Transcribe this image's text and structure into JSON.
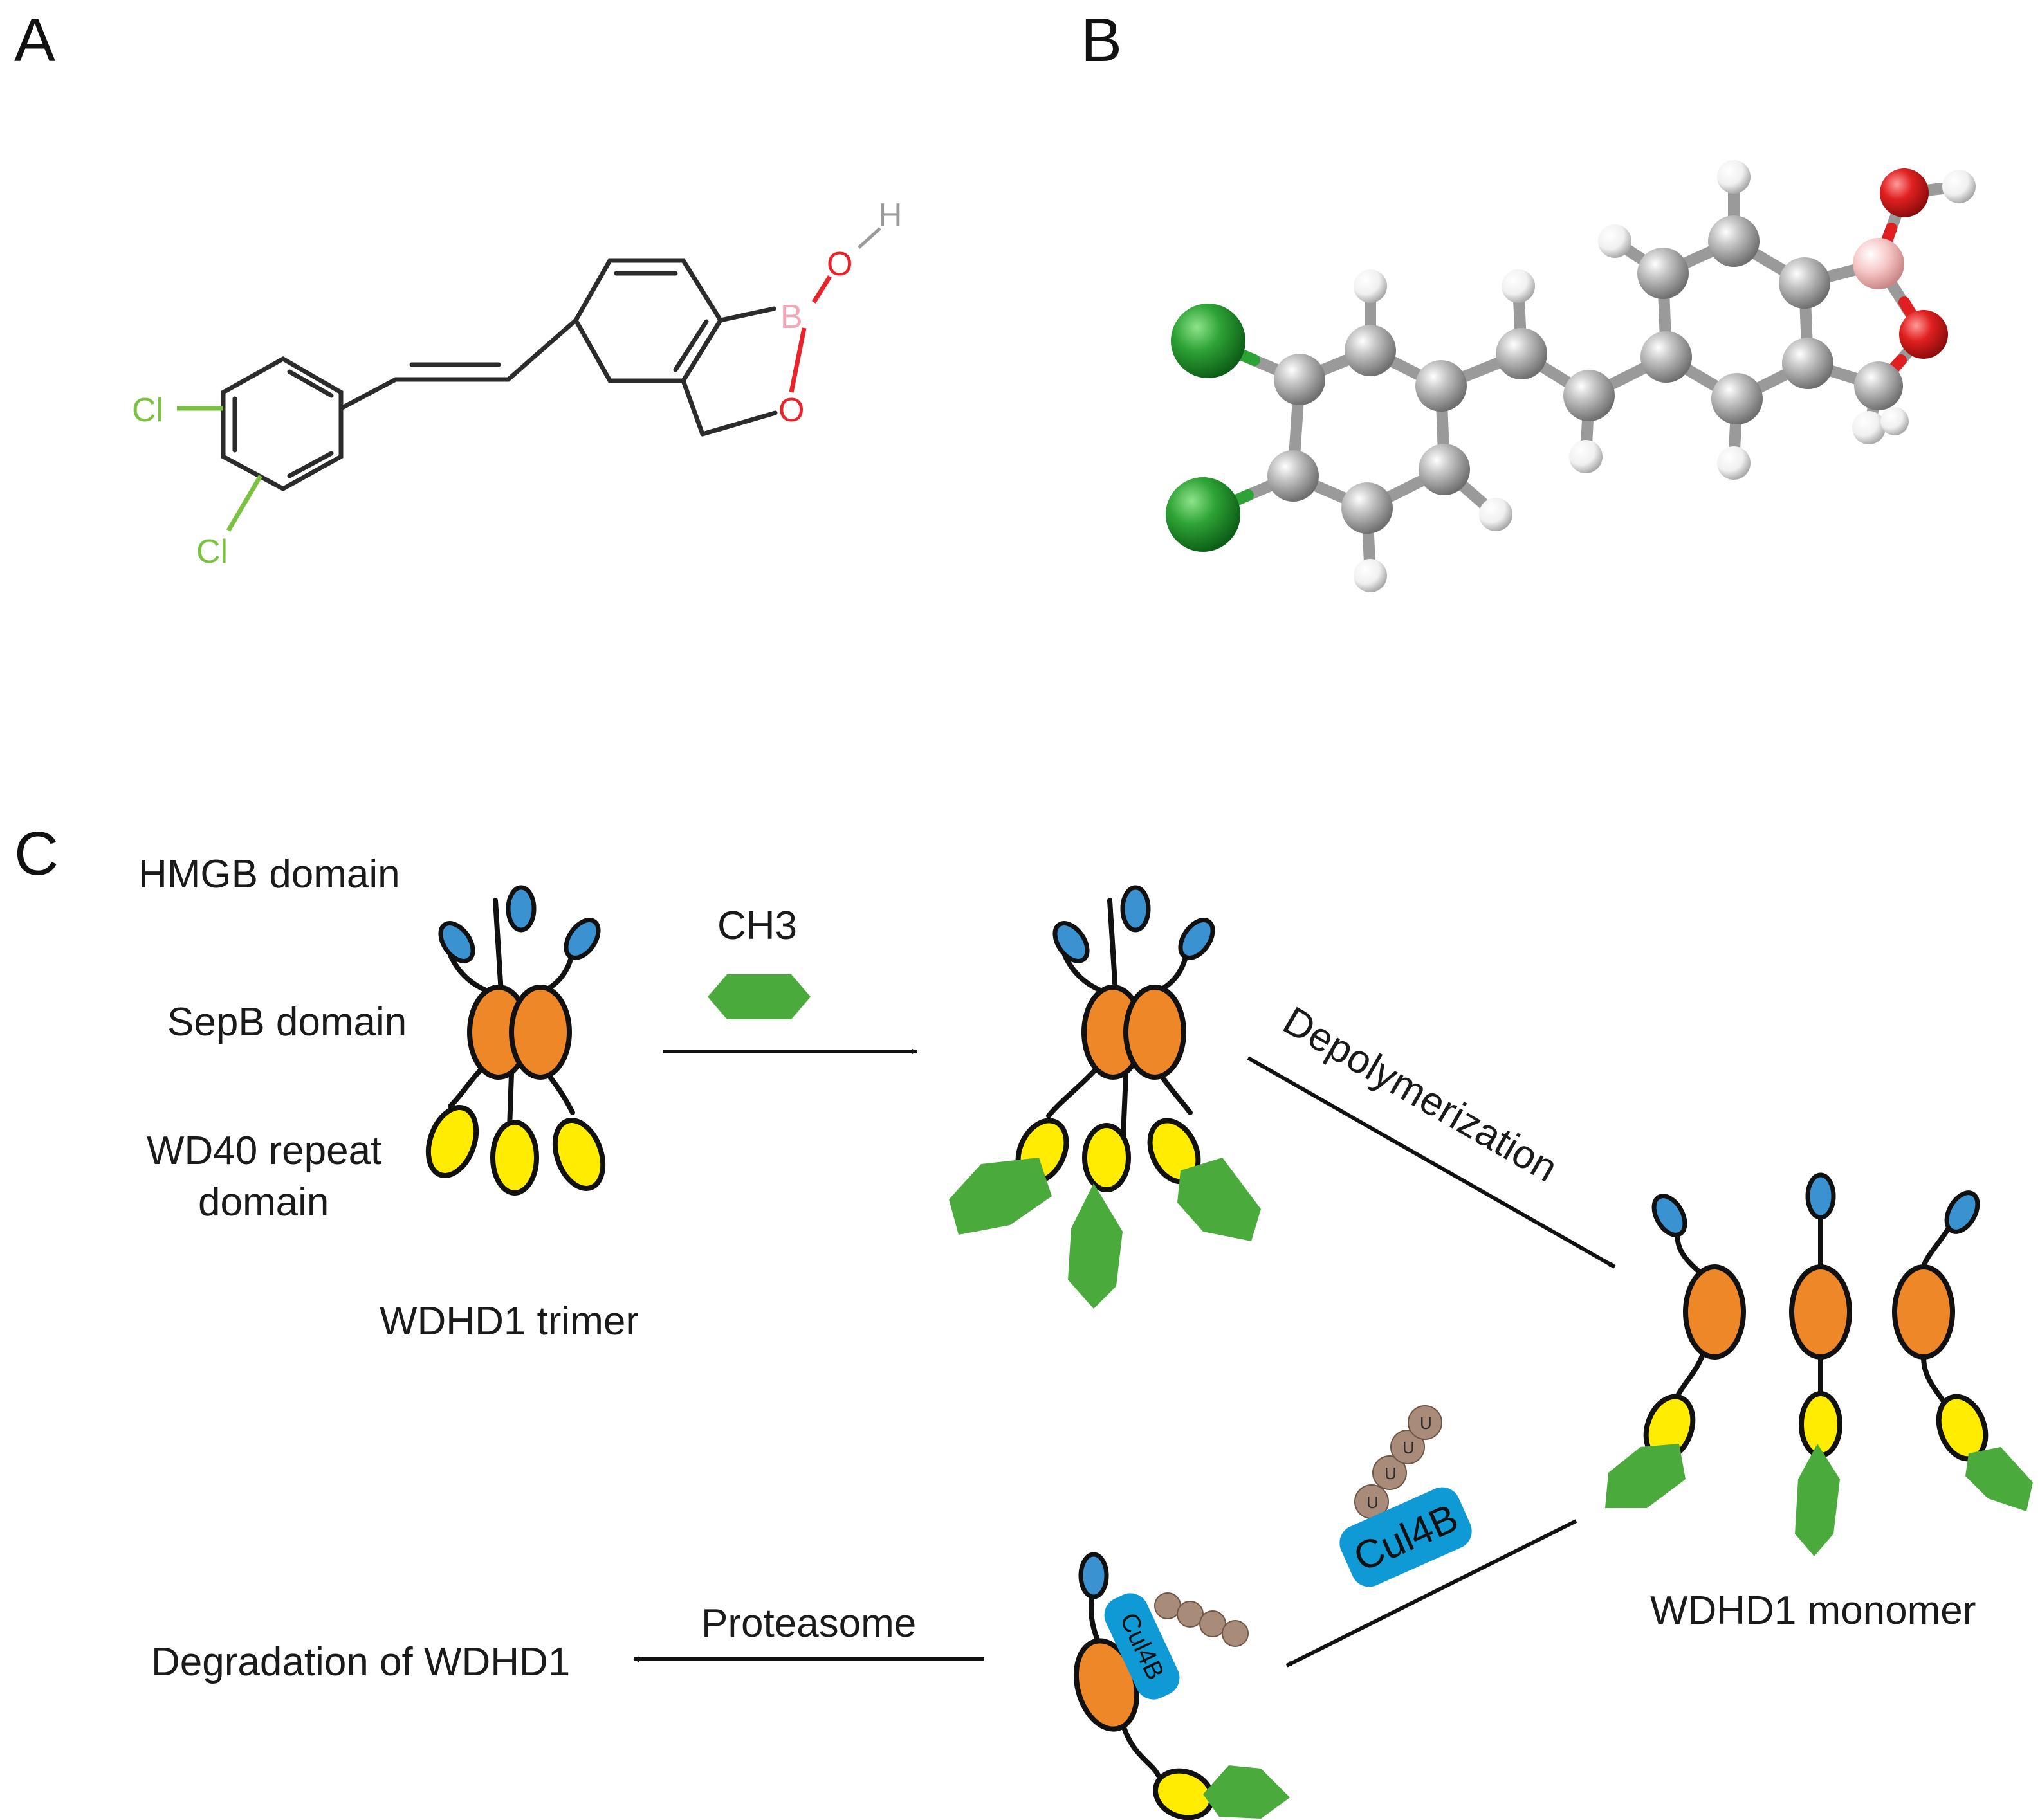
{
  "panels": {
    "a": {
      "letter": "A",
      "atoms": {
        "cl1": "Cl",
        "cl2": "Cl",
        "b": "B",
        "o1": "O",
        "o2": "O",
        "h": "H"
      }
    },
    "b": {
      "letter": "B"
    },
    "c": {
      "letter": "C",
      "labels": {
        "hmgb": "HMGB domain",
        "sepb": "SepB domain",
        "wd40_1": "WD40 repeat",
        "wd40_2": "domain",
        "trimer": "WDHD1 trimer",
        "ch3": "CH3",
        "depoly": "Depolymerization",
        "monomer": "WDHD1 monomer",
        "cul4b": "Cul4B",
        "cul4b_small": "Cul4B",
        "proteasome": "Proteasome",
        "degradation": "Degradation of WDHD1",
        "ub": "U"
      }
    }
  },
  "colors": {
    "chlorine": "#7cc242",
    "boron": "#f2a6b6",
    "oxygen": "#e8232a",
    "hydrogen_label": "#9a9a9a",
    "hmgb_domain": "#3b92d1",
    "sepb_domain": "#ee8727",
    "wd40_domain": "#ffec00",
    "compound": "#4aaa3c",
    "cul4b": "#0f9ad6",
    "ubiquitin": "#a98b79"
  }
}
